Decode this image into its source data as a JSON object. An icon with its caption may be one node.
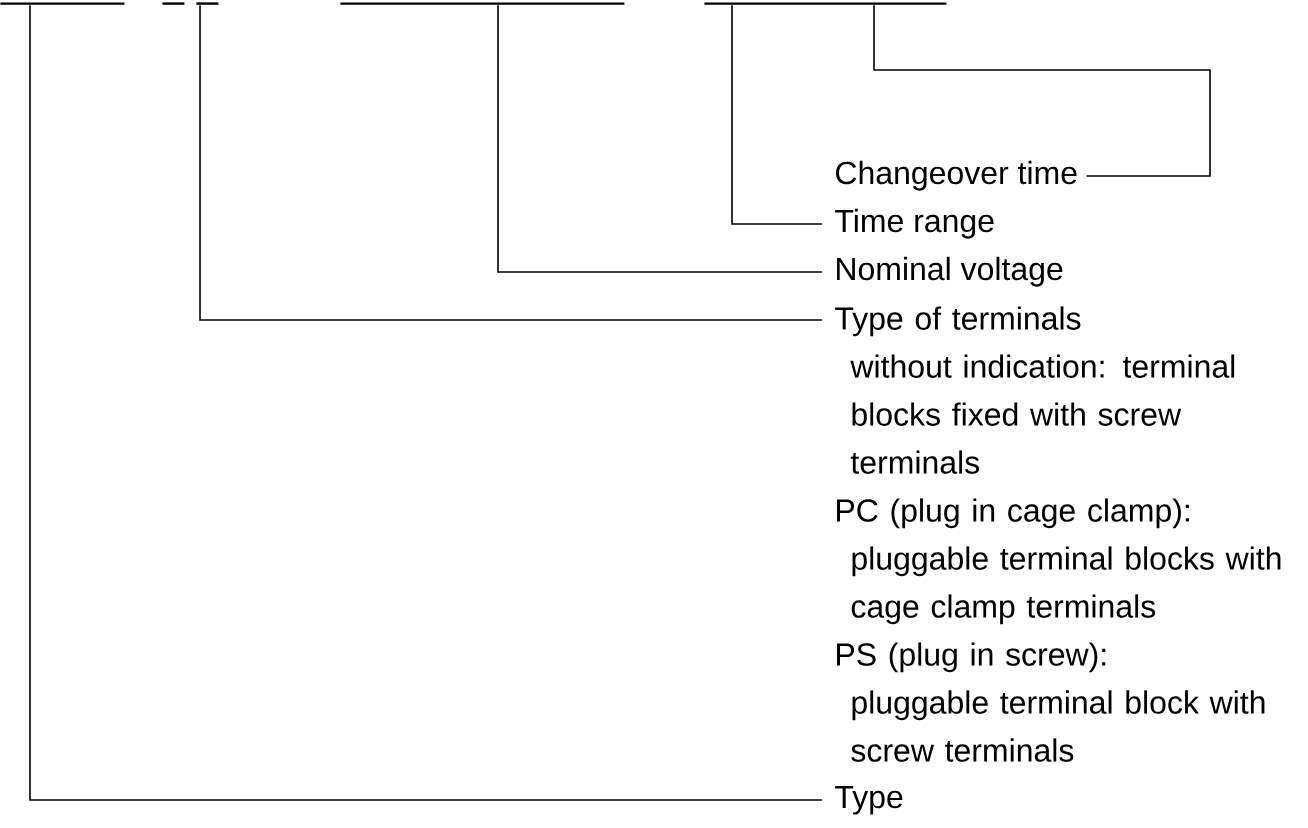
{
  "diagram": {
    "nodes": [
      {
        "text": [],
        "shape": "line"
      },
      {
        "text": [],
        "shape": "line"
      },
      {
        "text": [],
        "shape": "line"
      },
      {
        "text": [],
        "shape": "line"
      },
      {
        "text": [],
        "shape": "line"
      },
      {
        "text": [
          "Changeover time"
        ]
      },
      {
        "text": [
          "Time range"
        ]
      },
      {
        "text": [
          "Nominal voltage"
        ]
      },
      {
        "text": [
          "Type of terminals",
          "without indication: terminal blocks fixed with screw terminals",
          "PC (plug in cage clamp):",
          "pluggable terminal blocks with cage clamp terminals",
          "PS (plug in screw):",
          "pluggable terminal block with screw terminals"
        ]
      },
      {
        "text": [
          "Type"
        ]
      }
    ],
    "edges": [
      {
        "from": 5,
        "to": 4,
        "arrow": "none"
      },
      {
        "from": 6,
        "to": 4,
        "arrow": "none"
      },
      {
        "from": 7,
        "to": 3,
        "arrow": "none"
      },
      {
        "from": 8,
        "to": 2,
        "arrow": "none"
      },
      {
        "from": 9,
        "to": 0,
        "arrow": "none"
      }
    ]
  }
}
